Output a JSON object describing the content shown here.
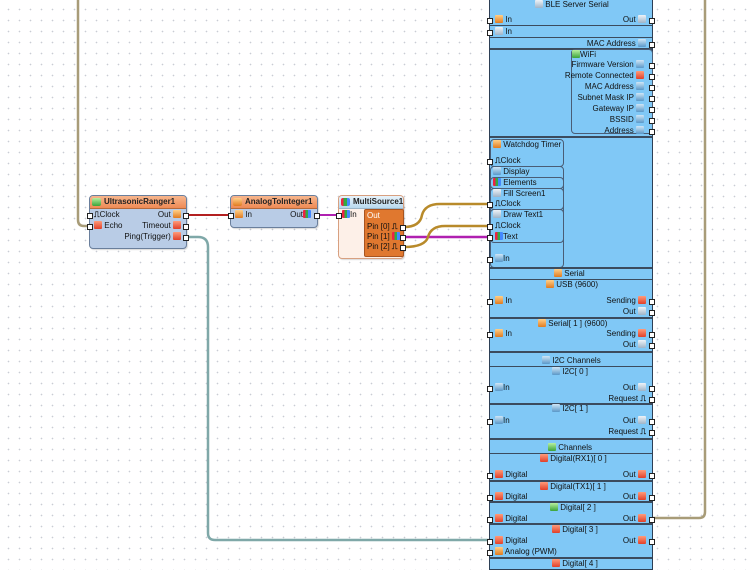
{
  "components": {
    "ultrasonic": {
      "title": "UltrasonicRanger1",
      "pins_in": [
        "Clock",
        "Echo"
      ],
      "pins_out": [
        "Out",
        "Timeout",
        "Ping(Trigger)"
      ]
    },
    "analog_to_integer": {
      "title": "AnalogToInteger1",
      "pin_in": "In",
      "pin_out": "Out"
    },
    "multisource": {
      "title": "MultiSource1",
      "pin_in": "In",
      "out_label": "Out",
      "pins_out": [
        "Pin [0]",
        "Pin [1]",
        "Pin [2]"
      ]
    }
  },
  "board": {
    "ble": {
      "title": "BLE Server Serial",
      "in1": "In",
      "out1": "Out",
      "in2": "In",
      "mac": "MAC Address"
    },
    "wifi": {
      "title": "WiFi",
      "items": [
        "Firmware Version",
        "Remote Connected",
        "MAC Address",
        "Subnet Mask IP",
        "Gateway IP",
        "BSSID",
        "Address"
      ]
    },
    "watchdog": {
      "title": "Watchdog Timer",
      "clock": "Clock"
    },
    "display": {
      "title": "Display",
      "elements": "Elements",
      "fill_screen": "Fill Screen1",
      "fill_clock": "Clock",
      "draw_text": "Draw Text1",
      "draw_clock": "Clock",
      "draw_text_pin": "Text",
      "in": "In"
    },
    "serial": {
      "title": "Serial",
      "usb": {
        "title": "USB (9600)",
        "in": "In",
        "sending": "Sending",
        "out": "Out"
      },
      "serial1": {
        "title": "Serial[ 1 ] (9600)",
        "in": "In",
        "sending": "Sending",
        "out": "Out"
      }
    },
    "i2c": {
      "title": "I2C Channels",
      "ch0": {
        "title": "I2C[ 0 ]",
        "in": "In",
        "out": "Out",
        "request": "Request"
      },
      "ch1": {
        "title": "I2C[ 1 ]",
        "in": "In",
        "out": "Out",
        "request": "Request"
      }
    },
    "channels": {
      "title": "Channels",
      "d0": {
        "title": "Digital(RX1)[ 0 ]",
        "in": "Digital",
        "out": "Out"
      },
      "d1": {
        "title": "Digital(TX1)[ 1 ]",
        "in": "Digital",
        "out": "Out"
      },
      "d2": {
        "title": "Digital[ 2 ]",
        "in": "Digital",
        "out": "Out"
      },
      "d3": {
        "title": "Digital[ 3 ]",
        "in": "Digital",
        "out": "Out",
        "analog": "Analog (PWM)"
      },
      "d4": {
        "title": "Digital[ 4 ]"
      }
    }
  },
  "colors": {
    "wire_analog": "#b32020",
    "wire_integer": "#b020b0",
    "wire_clock": "#b88a2a",
    "wire_digital": "#7fa8a8",
    "wire_tan": "#a89c78",
    "board_bg": "#80c8f6",
    "component_header": "#ef8a55"
  }
}
